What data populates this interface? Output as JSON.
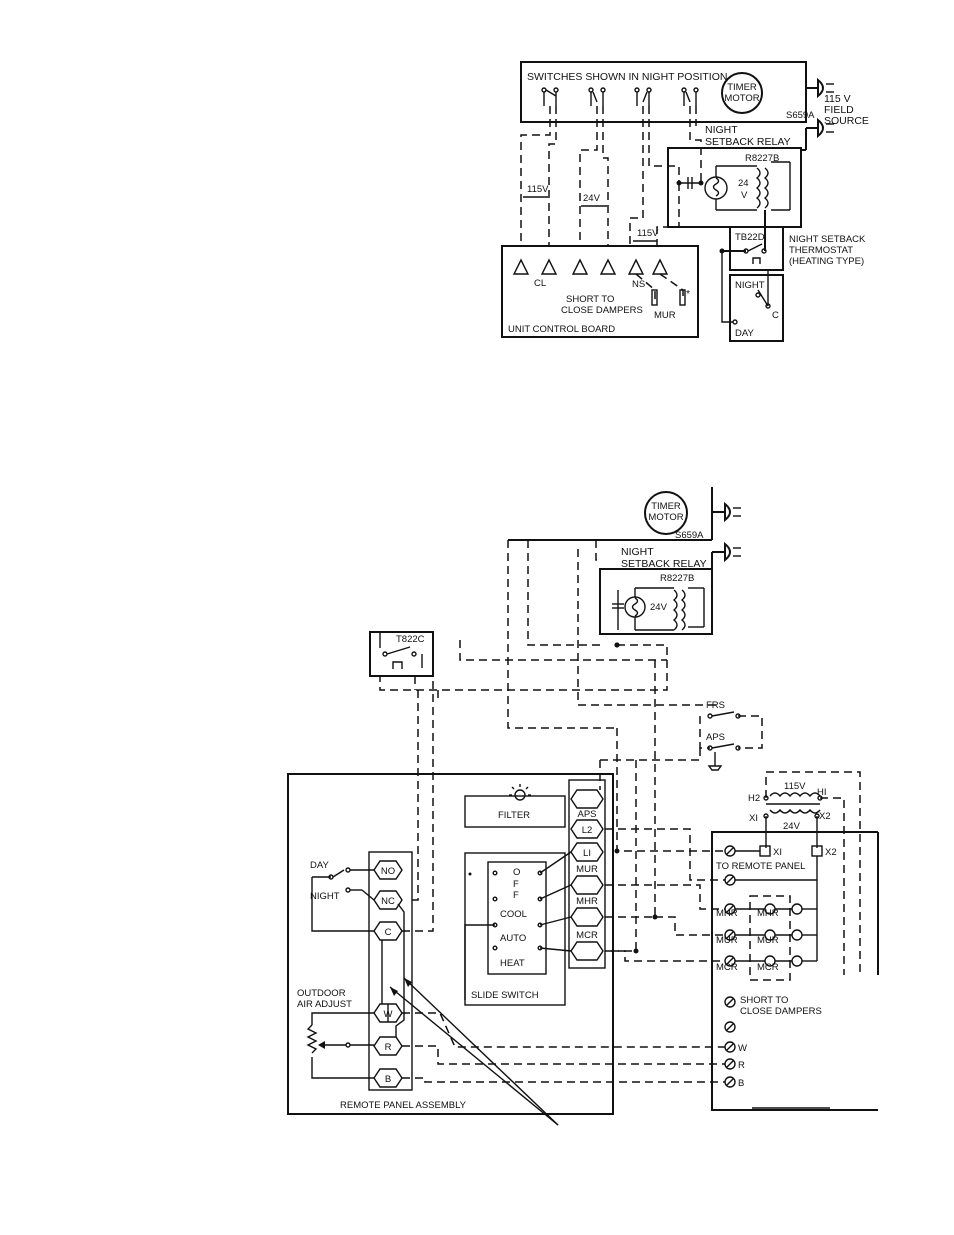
{
  "diagram1": {
    "switches_title": "SWITCHES SHOWN IN NIGHT POSITION",
    "timer_motor": [
      "TIMER",
      "MOTOR"
    ],
    "timer_model": "S659A",
    "field_source": [
      "115 V",
      "FIELD",
      "SOURCE"
    ],
    "relay_title": [
      "NIGHT",
      "SETBACK RELAY"
    ],
    "relay_model": "R8227B",
    "relay_voltage": [
      "24",
      "V"
    ],
    "label_115v_a": "115V",
    "label_24v": "24V",
    "label_115v_b": "115V",
    "thermostat_model": "TB22D",
    "thermostat_desc": [
      "NIGHT SETBACK",
      "THERMOSTAT",
      "(HEATING TYPE)"
    ],
    "night": "NIGHT",
    "day": "DAY",
    "c": "C",
    "cl": "CL",
    "short_close": [
      "SHORT TO",
      "CLOSE DAMPERS"
    ],
    "ns": "NS",
    "mur": "MUR",
    "asterisk": "*",
    "board": "UNIT CONTROL BOARD"
  },
  "diagram2": {
    "timer_motor": [
      "TIMER",
      "MOTOR"
    ],
    "timer_model": "S659A",
    "relay_title": [
      "NIGHT",
      "SETBACK RELAY"
    ],
    "relay_model": "R8227B",
    "relay_voltage": "24V",
    "thermostat_model": "T822C",
    "frs": "FRS",
    "aps": "APS",
    "h2": "H2",
    "v115": "115V",
    "h1": "HI",
    "x1": "XI",
    "v24": "24V",
    "x2": "X2",
    "to_remote_panel": "TO REMOTE PANEL",
    "filter": "FILTER",
    "terminals_right": [
      "APS",
      "L2",
      "LI",
      "MUR",
      "MHR",
      "MCR"
    ],
    "slide": [
      "O",
      "F",
      "F",
      "COOL",
      "AUTO",
      "HEAT"
    ],
    "slide_switch": "SLIDE SWITCH",
    "day": "DAY",
    "night": "NIGHT",
    "terminals_left": [
      "NO",
      "NC",
      "C",
      "W",
      "R",
      "B"
    ],
    "outdoor_air": [
      "OUTDOOR",
      "AIR ADJUST"
    ],
    "remote_panel": "REMOTE PANEL ASSEMBLY",
    "board_labels": [
      "MHR",
      "MUR",
      "MCR"
    ],
    "relay_labels": [
      "MHR",
      "MUR",
      "MCR"
    ],
    "short_close": [
      "SHORT TO",
      "CLOSE DAMPERS"
    ],
    "w": "W",
    "r": "R",
    "b": "B"
  }
}
